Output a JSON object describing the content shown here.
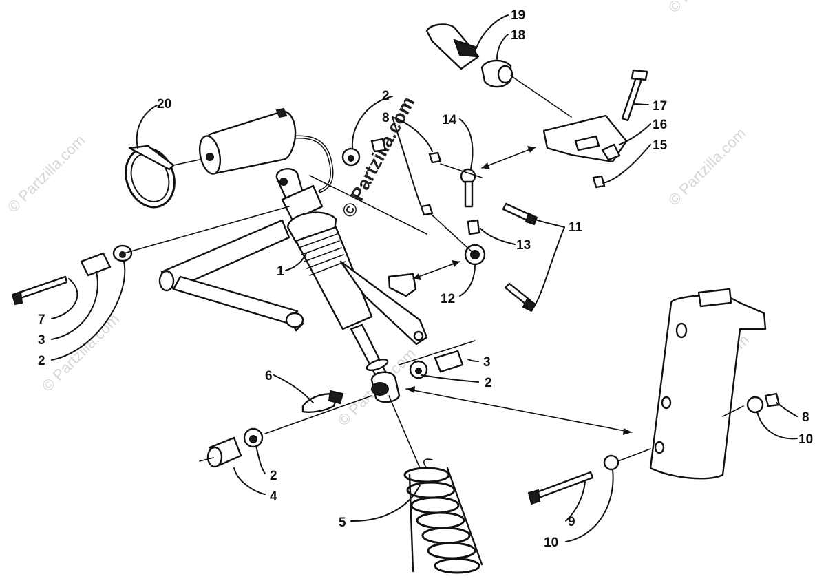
{
  "watermark": {
    "main": "© Partzilla.com",
    "tile": "© Partzilla.com"
  },
  "callouts": {
    "c1": "1",
    "c2a": "2",
    "c2b": "2",
    "c2c": "2",
    "c2d": "2",
    "c3a": "3",
    "c3b": "3",
    "c4": "4",
    "c5": "5",
    "c6": "6",
    "c7": "7",
    "c8a": "8",
    "c8b": "8",
    "c9": "9",
    "c10a": "10",
    "c10b": "10",
    "c11": "11",
    "c12": "12",
    "c13": "13",
    "c14": "14",
    "c15": "15",
    "c16": "16",
    "c17": "17",
    "c18": "18",
    "c19": "19",
    "c20": "20"
  },
  "colors": {
    "ink": "#111111",
    "paper": "#ffffff",
    "watermark": "#d6d6d6"
  }
}
